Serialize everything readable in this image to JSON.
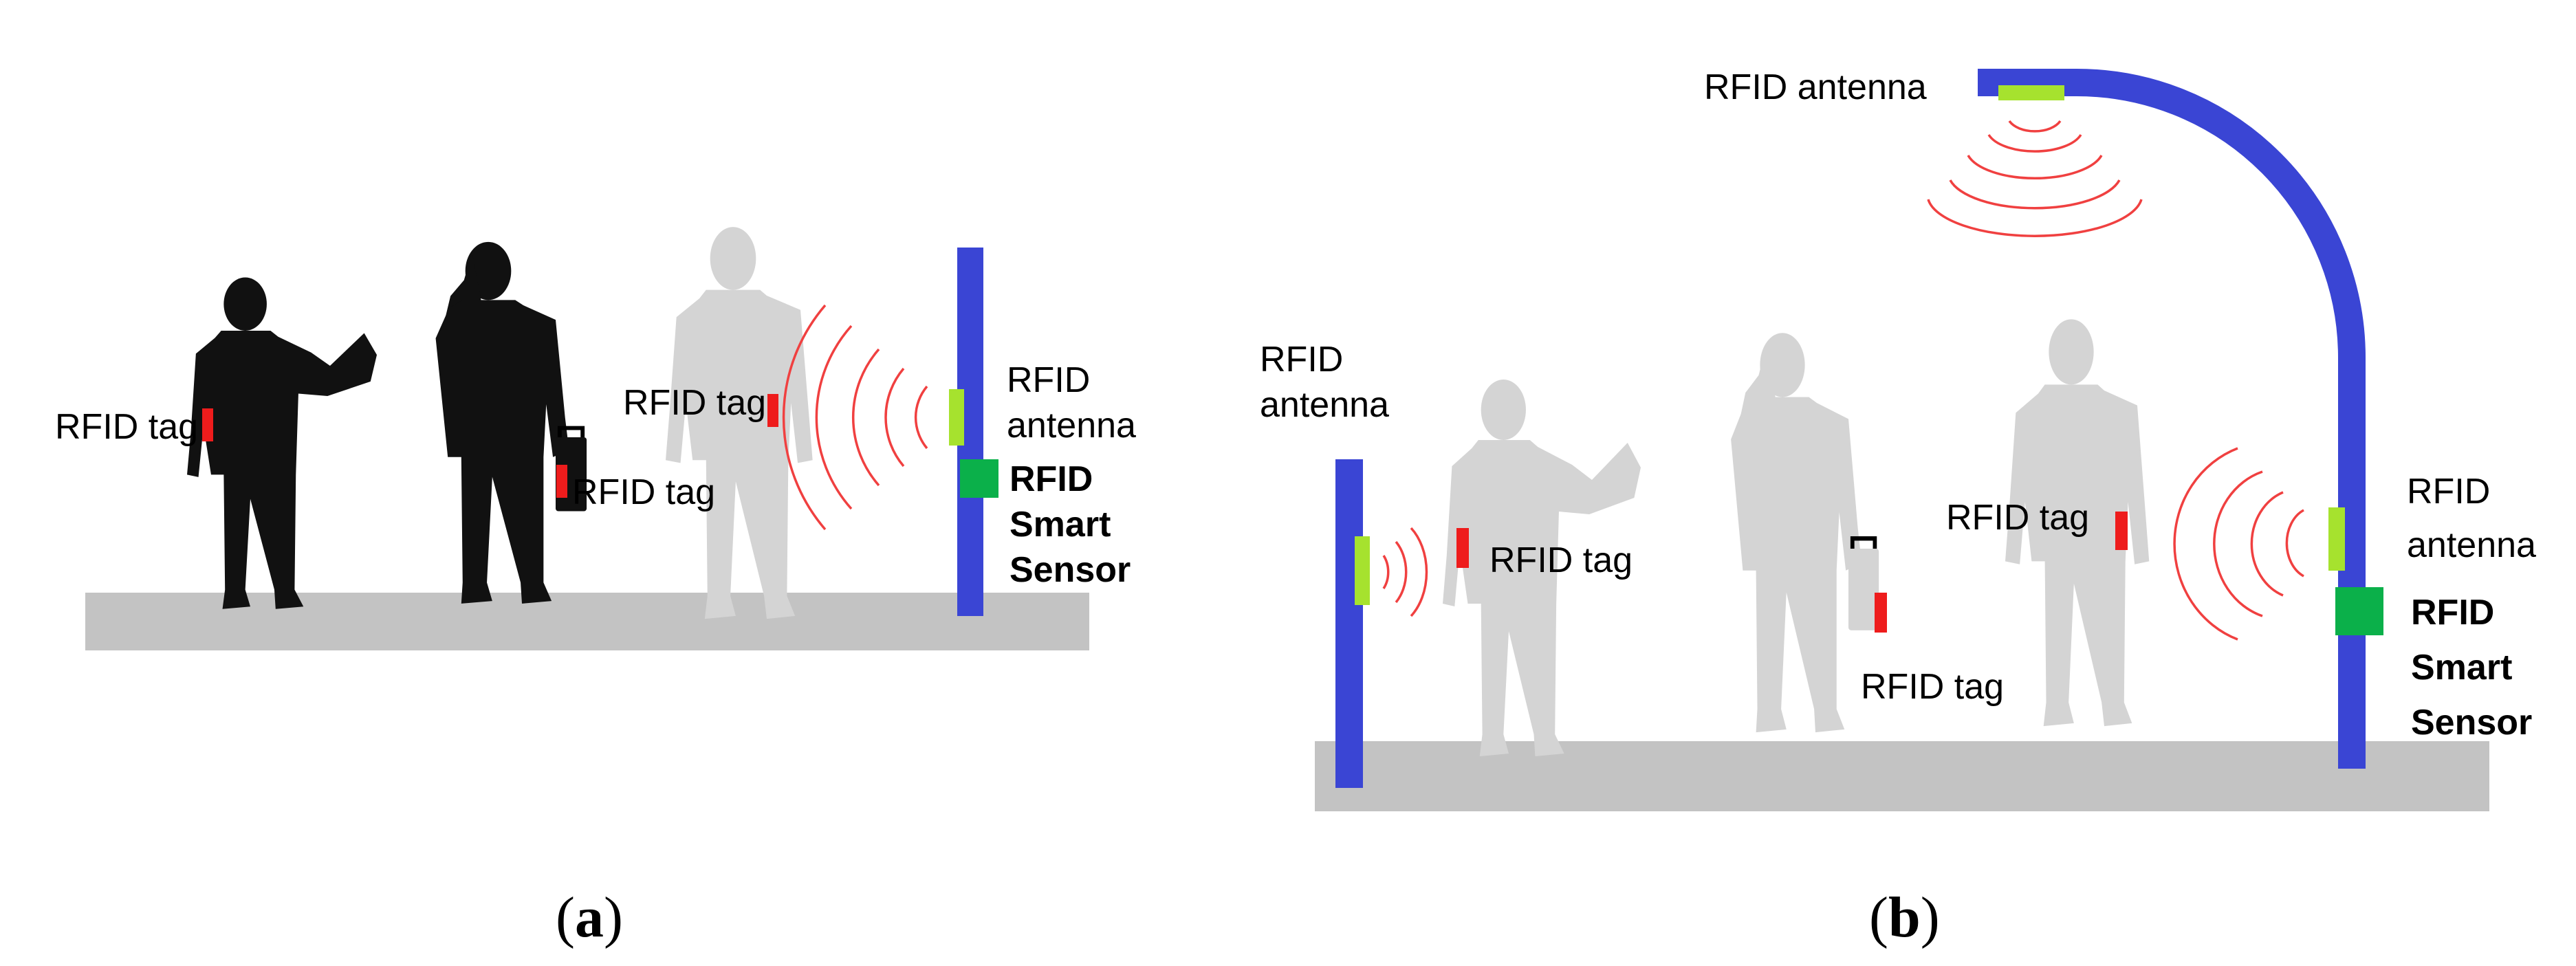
{
  "colors": {
    "pole": "#3a45d4",
    "antenna": "#a6e22e",
    "sensor": "#0bb04a",
    "tag": "#ee1c1c",
    "floor": "#c3c3c3",
    "wave": "#f04040",
    "person_dark": "#111111",
    "person_light": "#d4d4d4"
  },
  "panel_a": {
    "caption_open": "(",
    "caption_letter": "a",
    "caption_close": ")",
    "tag_label_1": "RFID tag",
    "tag_label_2": "RFID tag",
    "tag_label_3": "RFID tag",
    "antenna_line1": "RFID",
    "antenna_line2": "antenna",
    "sensor_line1": "RFID",
    "sensor_line2": "Smart",
    "sensor_line3": "Sensor"
  },
  "panel_b": {
    "caption_open": "(",
    "caption_letter": "b",
    "caption_close": ")",
    "top_antenna_label": "RFID antenna",
    "left_antenna_line1": "RFID",
    "left_antenna_line2": "antenna",
    "tag_label_1": "RFID tag",
    "tag_label_2": "RFID tag",
    "tag_label_3": "RFID tag",
    "right_antenna_line1": "RFID",
    "right_antenna_line2": "antenna",
    "sensor_line1": "RFID",
    "sensor_line2": "Smart",
    "sensor_line3": "Sensor"
  }
}
